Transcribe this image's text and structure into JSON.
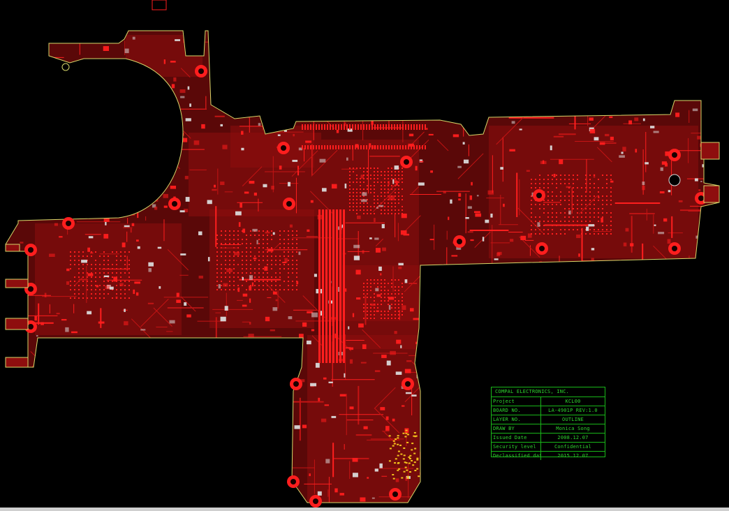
{
  "colors": {
    "background": "#000000",
    "copper": "#c41414",
    "copper_bright": "#ff1e1e",
    "outline": "#d7d76a",
    "title_block": "#2fd52f",
    "highlight": "#f2c21b"
  },
  "title_block": {
    "company": "COMPAL ELECTRONICS, INC.",
    "rows": [
      {
        "label": "Project",
        "value": "KCL00"
      },
      {
        "label": "BOARD NO.",
        "value": "LA-4901P REV:1.0"
      },
      {
        "label": "LAYER NO.",
        "value": "OUTLINE"
      },
      {
        "label": "DRAW BY",
        "value": "Monica Song"
      },
      {
        "label": "Issued Date",
        "value": "2008.12.07"
      },
      {
        "label": "Security level",
        "value": "Confidential"
      },
      {
        "label": "Declassified date",
        "value": "2015.12.07"
      }
    ]
  }
}
